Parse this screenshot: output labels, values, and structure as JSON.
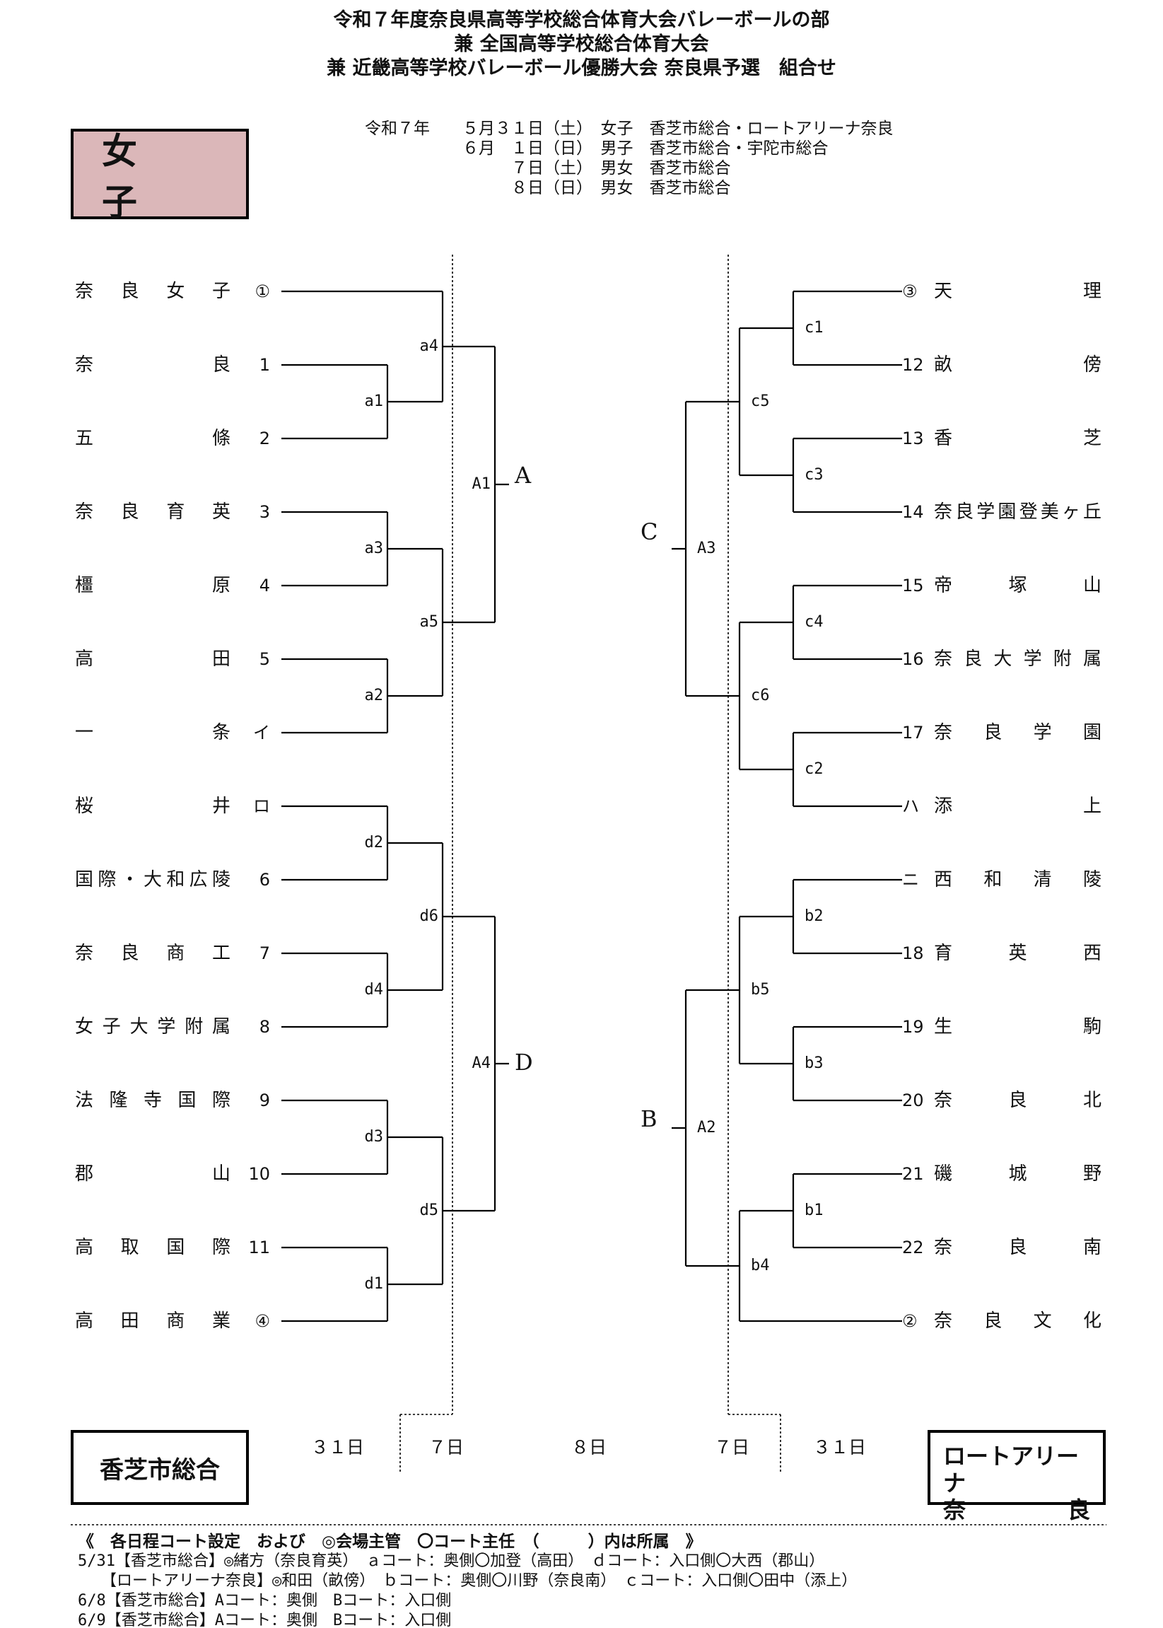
{
  "header": {
    "title_lines": [
      "令和７年度奈良県高等学校総合体育大会バレーボールの部",
      "兼 全国高等学校総合体育大会",
      "兼 近畿高等学校バレーボール優勝大会 奈良県予選　組合せ"
    ],
    "schedule": [
      "令和７年　　５月３１日（土）　女子　香芝市総合・ロートアリーナ奈良",
      "　　　　　　６月　１日（日）　男子　香芝市総合・宇陀市総合",
      "　　　　　　　　　７日（土）　男女　香芝市総合",
      "　　　　　　　　　８日（日）　男女　香芝市総合"
    ]
  },
  "category_label": "女　子",
  "left_teams": [
    {
      "name": "奈良女子",
      "seed": "①"
    },
    {
      "name": "奈良",
      "seed": "1"
    },
    {
      "name": "五條",
      "seed": "2"
    },
    {
      "name": "奈良育英",
      "seed": "3"
    },
    {
      "name": "橿原",
      "seed": "4"
    },
    {
      "name": "高田",
      "seed": "5"
    },
    {
      "name": "一条",
      "seed": "イ"
    },
    {
      "name": "桜井",
      "seed": "ロ"
    },
    {
      "name": "国際・大和広陵",
      "seed": "6"
    },
    {
      "name": "奈良商工",
      "seed": "7"
    },
    {
      "name": "女子大学附属",
      "seed": "8"
    },
    {
      "name": "法隆寺国際",
      "seed": "9"
    },
    {
      "name": "郡山",
      "seed": "10"
    },
    {
      "name": "高取国際",
      "seed": "11"
    },
    {
      "name": "高田商業",
      "seed": "④"
    }
  ],
  "right_teams": [
    {
      "seed": "③",
      "name": "天理"
    },
    {
      "seed": "12",
      "name": "畝傍"
    },
    {
      "seed": "13",
      "name": "香芝"
    },
    {
      "seed": "14",
      "name": "奈良学園登美ヶ丘"
    },
    {
      "seed": "15",
      "name": "帝塚山"
    },
    {
      "seed": "16",
      "name": "奈良大学附属"
    },
    {
      "seed": "17",
      "name": "奈良学園"
    },
    {
      "seed": "ハ",
      "name": "添上"
    },
    {
      "seed": "ニ",
      "name": "西和清陵"
    },
    {
      "seed": "18",
      "name": "育英西"
    },
    {
      "seed": "19",
      "name": "生駒"
    },
    {
      "seed": "20",
      "name": "奈良北"
    },
    {
      "seed": "21",
      "name": "磯城野"
    },
    {
      "seed": "22",
      "name": "奈良南"
    },
    {
      "seed": "②",
      "name": "奈良文化"
    }
  ],
  "match_labels": {
    "a1": "a1",
    "a2": "a2",
    "a3": "a3",
    "a4": "a4",
    "a5": "a5",
    "d1": "d1",
    "d2": "d2",
    "d3": "d3",
    "d4": "d4",
    "d5": "d5",
    "d6": "d6",
    "c1": "c1",
    "c2": "c2",
    "c3": "c3",
    "c4": "c4",
    "c5": "c5",
    "c6": "c6",
    "b1": "b1",
    "b2": "b2",
    "b3": "b3",
    "b4": "b4",
    "b5": "b5",
    "A1": "A1",
    "A2": "A2",
    "A3": "A3",
    "A4": "A4"
  },
  "pools": {
    "A": "A",
    "B": "B",
    "C": "C",
    "D": "D"
  },
  "days": [
    "３１日",
    "７日",
    "８日",
    "７日",
    "３１日"
  ],
  "venues": {
    "left": "香芝市総合",
    "right_line1": "ロートアリーナ",
    "right_line2": [
      "奈",
      "良"
    ]
  },
  "notes": {
    "header": "《　各日程コート設定　および　◎会場主管　〇コート主任　（　　　）内は所属　》",
    "lines": [
      "5/31【香芝市総合】◎緒方（奈良育英）　ａコート：奥側〇加登（高田）　ｄコート：入口側〇大西（郡山）",
      "　　【ロートアリーナ奈良】◎和田（畝傍）　ｂコート：奥側〇川野（奈良南）　ｃコート：入口側〇田中（添上）",
      "6/8【香芝市総合】Aコート：奥側　Bコート：入口側",
      "6/9【香芝市総合】Aコート：奥側　Bコート：入口側"
    ]
  }
}
